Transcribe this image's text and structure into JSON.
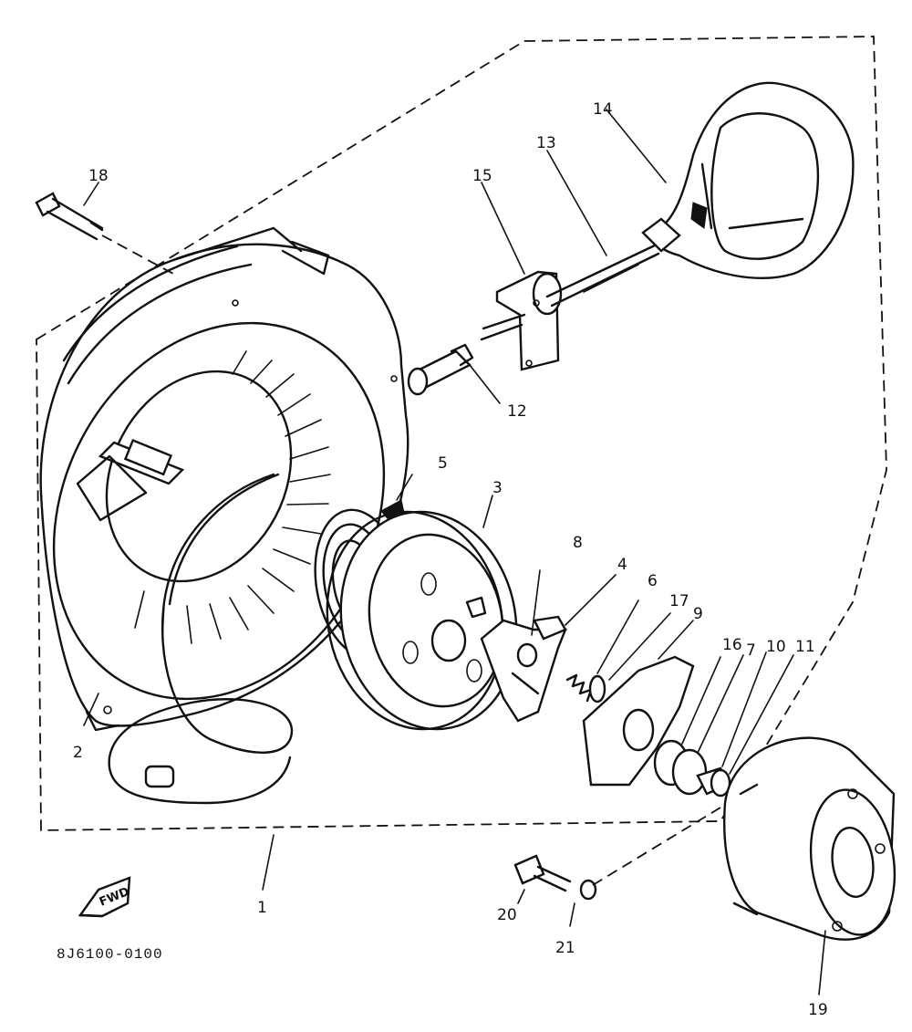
{
  "diagram": {
    "callouts": [
      "1",
      "2",
      "3",
      "4",
      "5",
      "6",
      "7",
      "8",
      "9",
      "10",
      "11",
      "12",
      "13",
      "14",
      "15",
      "16",
      "17",
      "18",
      "19",
      "20",
      "21"
    ],
    "fwd_label": "FWD",
    "code": "8J6100-0100"
  },
  "icons": {
    "forward": "forward-arrow-icon"
  }
}
